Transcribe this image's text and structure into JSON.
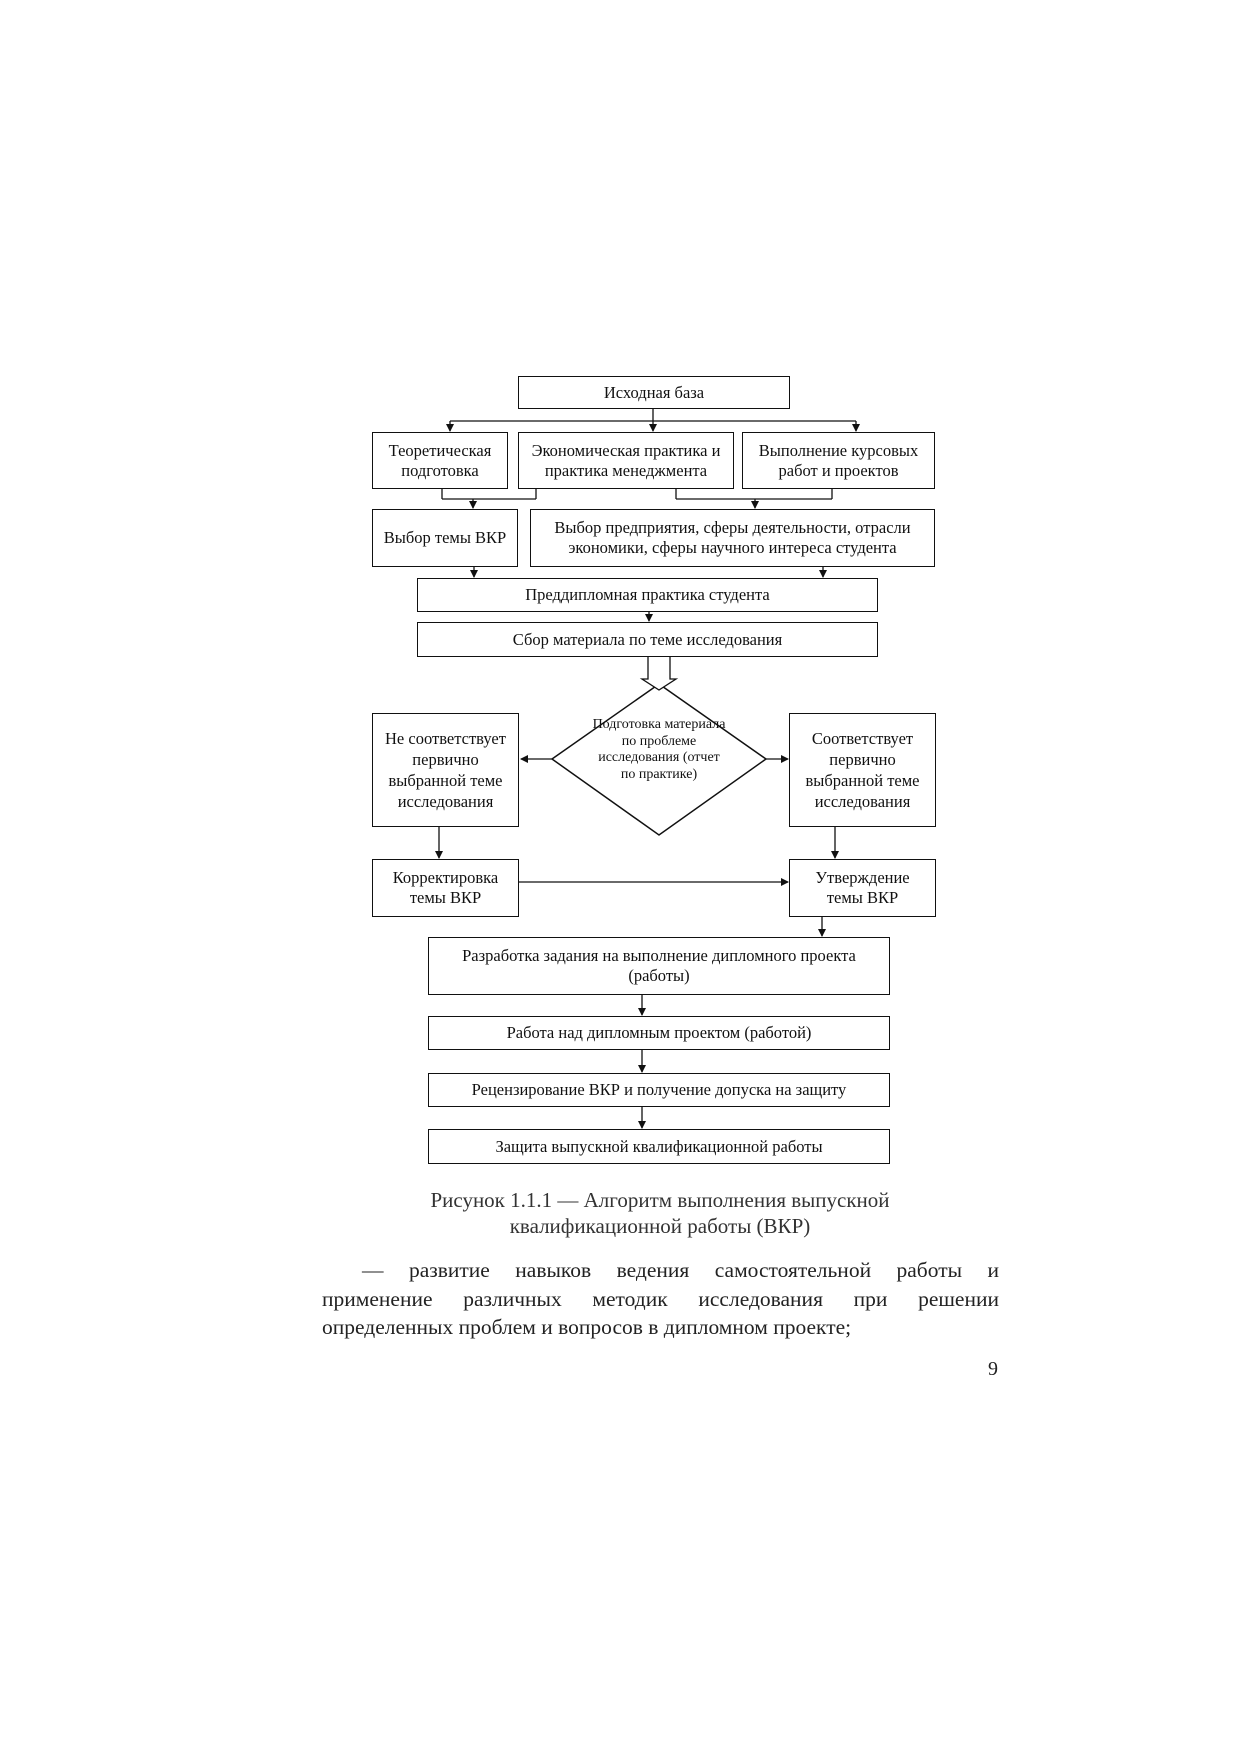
{
  "diagram": {
    "nodes": {
      "source_base": "Исходная база",
      "theory": "Теоретическая подготовка",
      "econ_practice": "Экономическая практика и практика менеджмента",
      "coursework": "Выполнение курсовых работ и проектов",
      "topic_choice": "Выбор темы ВКР",
      "enterprise_choice": "Выбор предприятия, сферы деятельности, отрасли экономики, сферы научного интереса студента",
      "predip_practice": "Преддипломная практика студента",
      "material_collection": "Сбор материала по теме исследования",
      "decision": "Подготовка материала по проблеме исследования (отчет по практике)",
      "not_match": "Не соответствует первично выбранной теме исследования",
      "match": "Соответствует первично выбранной теме исследования",
      "correction": "Корректировка темы ВКР",
      "approval": "Утверждение темы ВКР",
      "assignment": "Разработка задания на выполнение дипломного проекта (работы)",
      "work": "Работа над дипломным проектом (работой)",
      "review": "Рецензирование ВКР и получение допуска на защиту",
      "defense": "Защита выпускной квалификационной работы"
    }
  },
  "caption": {
    "line1": "Рисунок 1.1.1 — Алгоритм выполнения выпускной",
    "line2": "квалификационной работы (ВКР)"
  },
  "paragraph": {
    "lines": [
      "— развитие навыков ведения самостоятельной работы и",
      "применение различных методик исследования при решении",
      "определенных проблем и вопросов в дипломном проекте;"
    ]
  },
  "page_number": "9"
}
